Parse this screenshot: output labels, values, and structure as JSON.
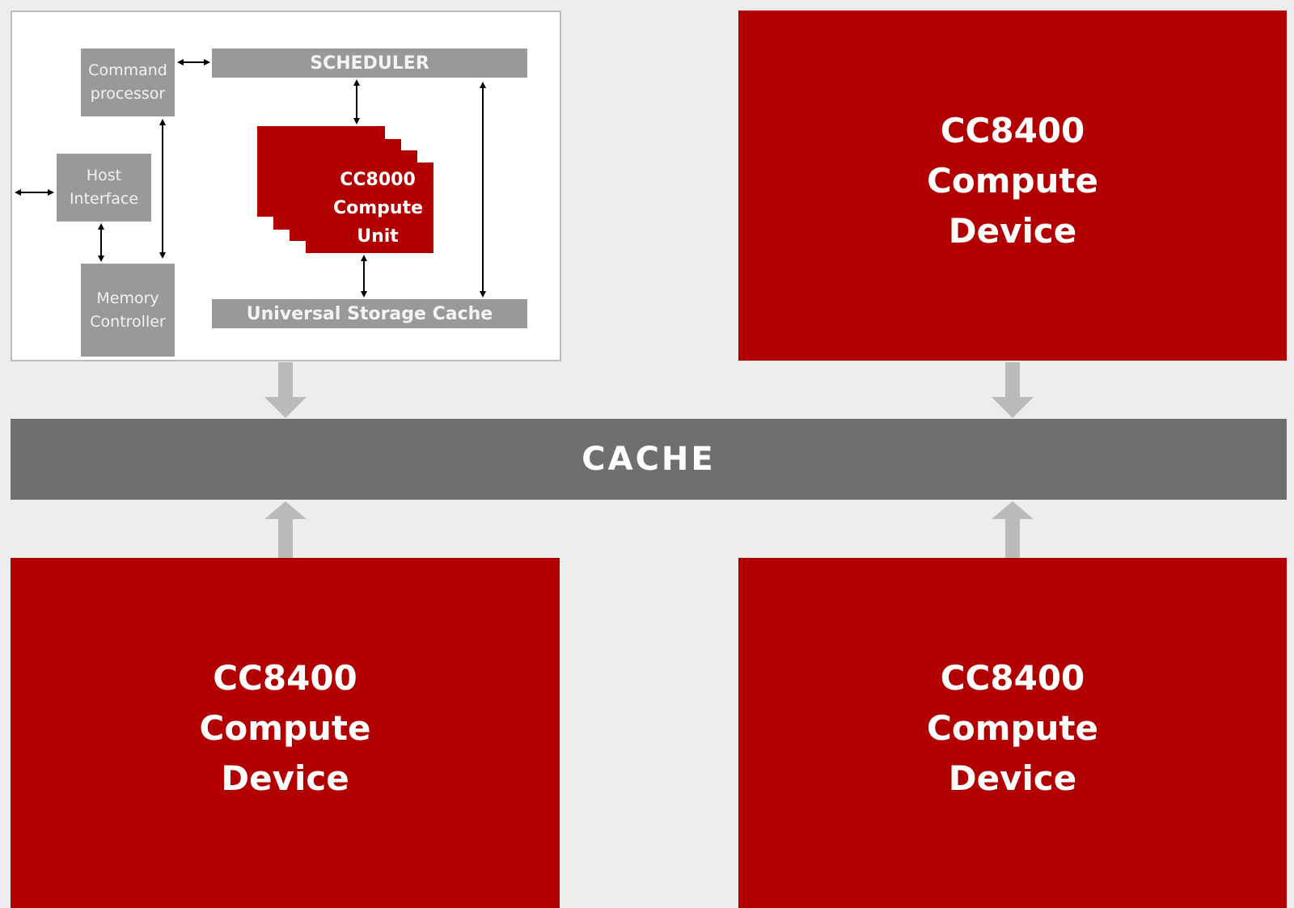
{
  "diagram": {
    "detail_panel": {
      "command_processor": "Command processor",
      "host_interface": "Host Interface",
      "memory_controller": "Memory Controller",
      "scheduler": "SCHEDULER",
      "compute_unit": "CC8000 Compute Unit",
      "universal_storage_cache": "Universal Storage Cache"
    },
    "devices": [
      {
        "line1": "CC8400",
        "line2": "Compute",
        "line3": "Device"
      },
      {
        "line1": "CC8400",
        "line2": "Compute",
        "line3": "Device"
      },
      {
        "line1": "CC8400",
        "line2": "Compute",
        "line3": "Device"
      }
    ],
    "cache_label": "CACHE",
    "colors": {
      "accent_red": "#b20000",
      "cache_gray": "#6f6f6f",
      "block_gray": "#999999"
    }
  }
}
